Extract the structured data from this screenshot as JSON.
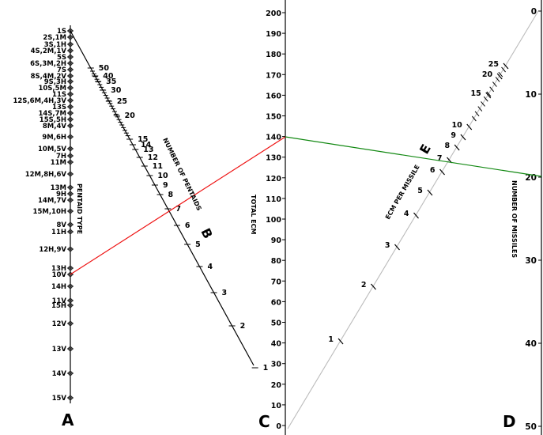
{
  "axes": {
    "A": {
      "letter": "A",
      "title": "PENTAID TYPE",
      "ticks": [
        "1S",
        "2S,1M",
        "3S,1H",
        "4S,2M,1V",
        "5S",
        "6S,3M,2H",
        "7S",
        "8S,4M,2V",
        "9S,3H",
        "10S,5M",
        "11S",
        "12S,6M,4H,3V",
        "13S",
        "14S,7M",
        "15S,5H",
        "8M,4V",
        "9M,6H",
        "10M,5V",
        "7H",
        "11M",
        "12M,8H,6V",
        "13M",
        "9H",
        "14M,7V",
        "15M,10H",
        "8V",
        "11H",
        "12H,9V",
        "13H",
        "10V",
        "14H",
        "11V",
        "15H",
        "12V",
        "13V",
        "14V",
        "15V"
      ]
    },
    "B": {
      "letter": "B",
      "title": "NUMBER OF PENTAIDS",
      "labels": [
        "50",
        "40",
        "35",
        "30",
        "25",
        "20",
        "15",
        "14",
        "13",
        "12",
        "11",
        "10",
        "9",
        "8",
        "7",
        "6",
        "5",
        "4",
        "3",
        "2",
        "1"
      ]
    },
    "C": {
      "letter": "C",
      "title": "TOTAL ECM",
      "ticks": [
        "0",
        "10",
        "20",
        "30",
        "40",
        "50",
        "60",
        "70",
        "80",
        "90",
        "100",
        "110",
        "120",
        "130",
        "140",
        "150",
        "160",
        "170",
        "180",
        "190",
        "200"
      ]
    },
    "D": {
      "letter": "D",
      "title": "NUMBER OF MISSILES",
      "ticks": [
        "0",
        "10",
        "20",
        "30",
        "40",
        "50"
      ]
    },
    "E": {
      "letter": "E",
      "title": "ECM PER MISSILE",
      "labels": [
        "1",
        "2",
        "3",
        "4",
        "5",
        "6",
        "7",
        "8",
        "9",
        "10",
        "15",
        "20",
        "25"
      ]
    }
  },
  "colors": {
    "ink": "#000000",
    "guide": "#bbbbbb",
    "red_line": "#ee1111",
    "green_line": "#118811"
  },
  "solution": {
    "pentaid_type": "10V",
    "total_ecm": 140,
    "number_of_missiles": 20
  }
}
